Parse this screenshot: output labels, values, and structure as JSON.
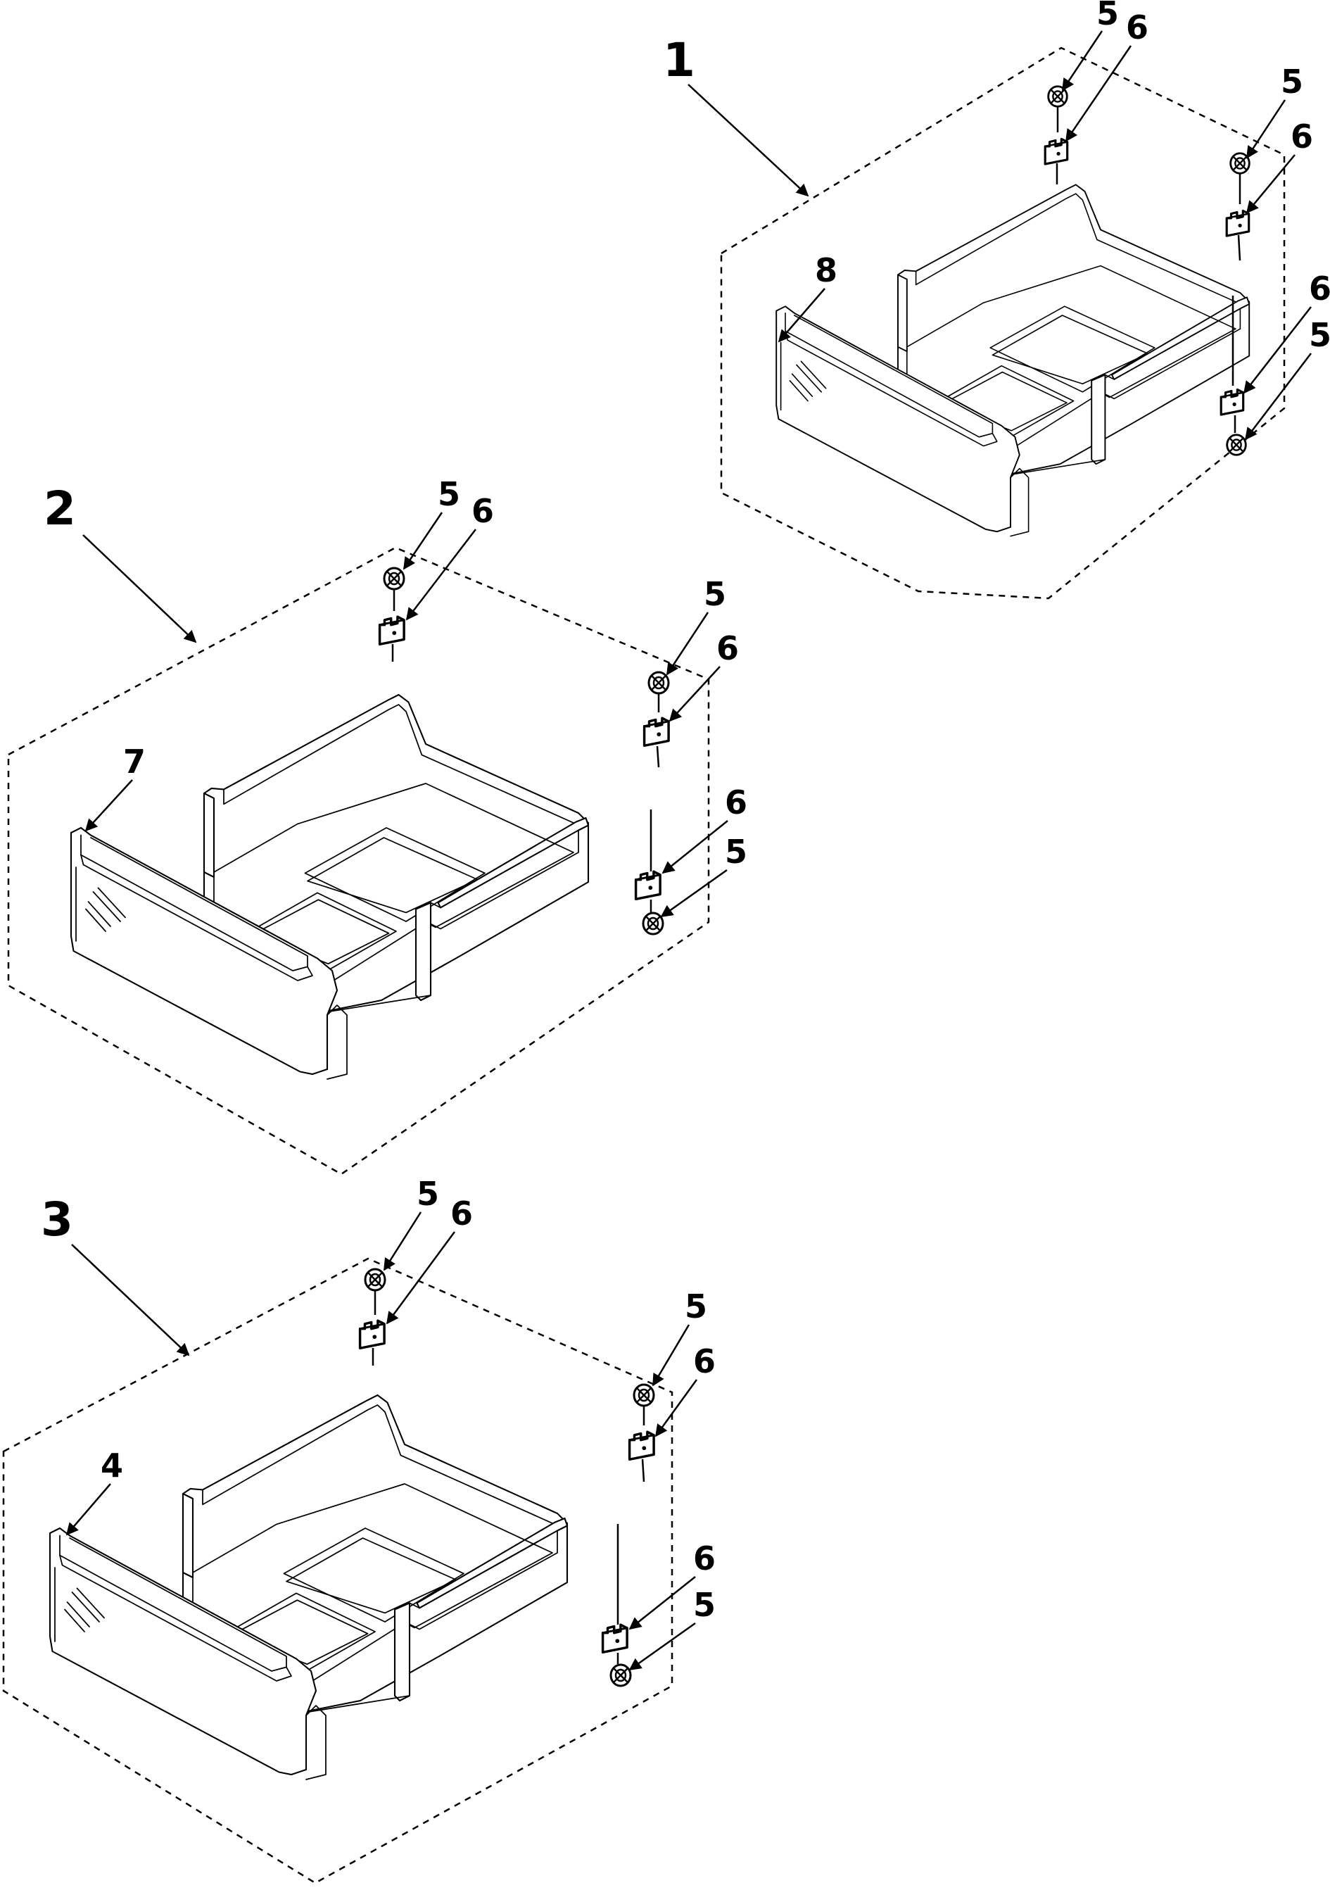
{
  "assemblies": [
    {
      "id": "1",
      "front_callout": "8",
      "hardware_callouts": [
        "5",
        "6",
        "5",
        "6",
        "6",
        "5"
      ]
    },
    {
      "id": "2",
      "front_callout": "7",
      "hardware_callouts": [
        "5",
        "6",
        "5",
        "6",
        "6",
        "5"
      ]
    },
    {
      "id": "3",
      "front_callout": "4",
      "hardware_callouts": [
        "5",
        "6",
        "5",
        "6",
        "6",
        "5"
      ]
    }
  ],
  "icons": {
    "roller": "roller-icon",
    "clip": "clip-icon"
  },
  "colors": {
    "line": "#000000",
    "background": "#ffffff"
  }
}
